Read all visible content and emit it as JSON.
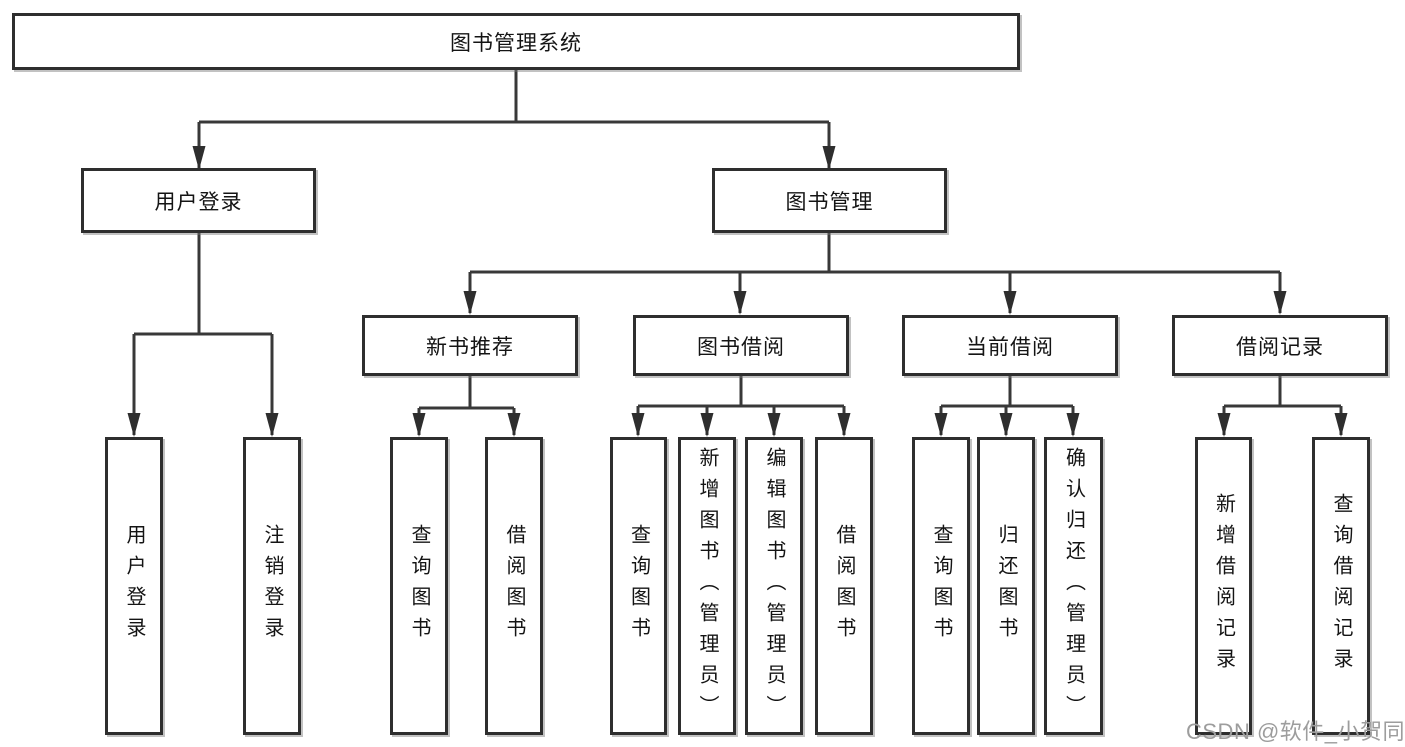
{
  "diagram": {
    "root": {
      "label": "图书管理系统"
    },
    "branches": [
      {
        "label": "用户登录",
        "children": [
          {
            "label": "用户登录"
          },
          {
            "label": "注销登录"
          }
        ]
      },
      {
        "label": "图书管理",
        "children": [
          {
            "label": "新书推荐",
            "children": [
              {
                "label": "查询图书"
              },
              {
                "label": "借阅图书"
              }
            ]
          },
          {
            "label": "图书借阅",
            "children": [
              {
                "label": "查询图书"
              },
              {
                "label": "新增图书（管理员）"
              },
              {
                "label": "编辑图书（管理员）"
              },
              {
                "label": "借阅图书"
              }
            ]
          },
          {
            "label": "当前借阅",
            "children": [
              {
                "label": "查询图书"
              },
              {
                "label": "归还图书"
              },
              {
                "label": "确认归还（管理员）"
              }
            ]
          },
          {
            "label": "借阅记录",
            "children": [
              {
                "label": "新增借阅记录"
              },
              {
                "label": "查询借阅记录"
              }
            ]
          }
        ]
      }
    ],
    "colors": {
      "line": "#383838",
      "border": "#2e2e2e",
      "text": "#141414",
      "background": "#ffffff",
      "watermark": "#9d9d9d"
    }
  },
  "watermark": {
    "text": "CSDN @软件_小贺同学"
  }
}
